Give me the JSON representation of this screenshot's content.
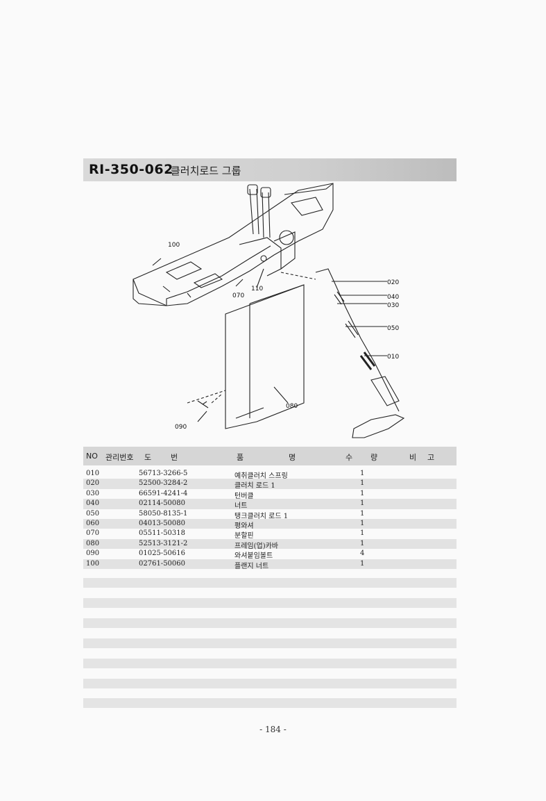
{
  "title": {
    "code": "RI-350-062",
    "name": "클러치로드 그룹"
  },
  "diagram": {
    "callouts": {
      "c010": "010",
      "c020": "020",
      "c030": "030",
      "c040": "040",
      "c050": "050",
      "c070": "070",
      "c080": "080",
      "c090": "090",
      "c100": "100",
      "c110": "110"
    }
  },
  "table": {
    "headers": {
      "no": "NO",
      "mgmt": "관리번호",
      "drawing_a": "도",
      "drawing_b": "번",
      "name_a": "품",
      "name_b": "명",
      "qty_a": "수",
      "qty_b": "량",
      "note_a": "비",
      "note_b": "고"
    },
    "rows": [
      {
        "no": "010",
        "part": "56713-3266-5",
        "name": "예취클러치 스프링",
        "qty": "1"
      },
      {
        "no": "020",
        "part": "52500-3284-2",
        "name": "클러치 로드 1",
        "qty": "1"
      },
      {
        "no": "030",
        "part": "66591-4241-4",
        "name": "턴버클",
        "qty": "1"
      },
      {
        "no": "040",
        "part": "02114-50080",
        "name": "너트",
        "qty": "1"
      },
      {
        "no": "050",
        "part": "58050-8135-1",
        "name": "탱크클러치 로드 1",
        "qty": "1"
      },
      {
        "no": "060",
        "part": "04013-50080",
        "name": "평와셔",
        "qty": "1"
      },
      {
        "no": "070",
        "part": "05511-50318",
        "name": "분할핀",
        "qty": "1"
      },
      {
        "no": "080",
        "part": "52513-3121-2",
        "name": "프레임(업)카바",
        "qty": "1"
      },
      {
        "no": "090",
        "part": "01025-50616",
        "name": "와셔붙임볼트",
        "qty": "4"
      },
      {
        "no": "100",
        "part": "02761-50060",
        "name": "플랜지 너트",
        "qty": "1"
      }
    ]
  },
  "page_number": "- 184 -"
}
